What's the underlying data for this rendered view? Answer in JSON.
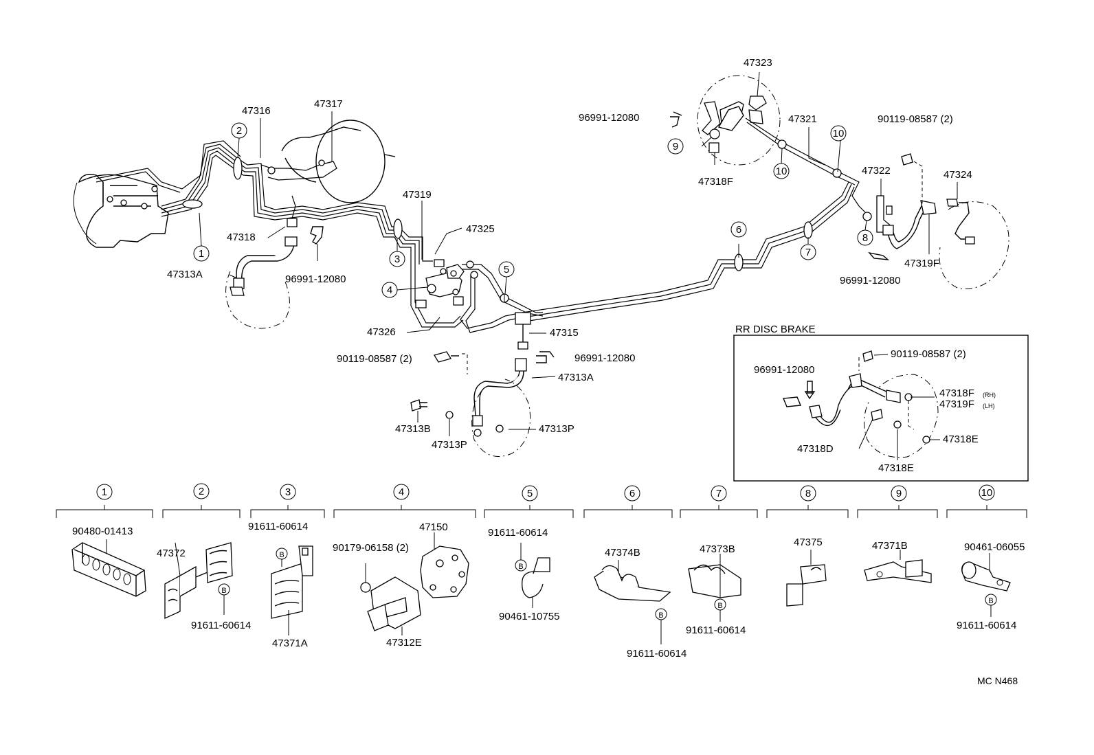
{
  "parts": {
    "p47316": "47316",
    "p47317": "47317",
    "p47318": "47318",
    "p47313A_left": "47313A",
    "p96991_a": "96991-12080",
    "p47319": "47319",
    "p47325": "47325",
    "p47326": "47326",
    "p47315": "47315",
    "p90119_mid": "90119-08587 (2)",
    "p96991_mid": "96991-12080",
    "p47313A_mid": "47313A",
    "p47313B": "47313B",
    "p47313P_a": "47313P",
    "p47313P_b": "47313P",
    "p47323": "47323",
    "p96991_top": "96991-12080",
    "p47321": "47321",
    "p90119_top": "90119-08587 (2)",
    "p47318F_top": "47318F",
    "p47322": "47322",
    "p47324": "47324",
    "p96991_right": "96991-12080",
    "p47319F": "47319F",
    "rr_title": "RR DISC BRAKE",
    "rr_90119": "90119-08587 (2)",
    "rr_96991": "96991-12080",
    "rr_47318F": "47318F",
    "rr_47318F_suffix": "(RH)",
    "rr_47319F": "47319F",
    "rr_47319F_suffix": "(LH)",
    "rr_47318E_a": "47318E",
    "rr_47318D": "47318D",
    "rr_47318E_b": "47318E",
    "g1_part": "90480-01413",
    "g2_part_a": "47372",
    "g2_part_b": "91611-60614",
    "g3_part_a": "91611-60614",
    "g3_part_b": "47371A",
    "g4_part_a": "90179-06158 (2)",
    "g4_part_b": "47150",
    "g4_part_c": "47312E",
    "g5_part_a": "91611-60614",
    "g5_part_b": "90461-10755",
    "g6_part_a": "47374B",
    "g6_part_b": "91611-60614",
    "g7_part_a": "47373B",
    "g7_part_b": "91611-60614",
    "g8_part": "47375",
    "g9_part": "47371B",
    "g10_part_a": "90461-06055",
    "g10_part_b": "91611-60614",
    "figure_code": "MC N468"
  },
  "callouts": [
    "1",
    "2",
    "3",
    "4",
    "5",
    "6",
    "7",
    "8",
    "9",
    "10"
  ],
  "bolt_marker": "B"
}
